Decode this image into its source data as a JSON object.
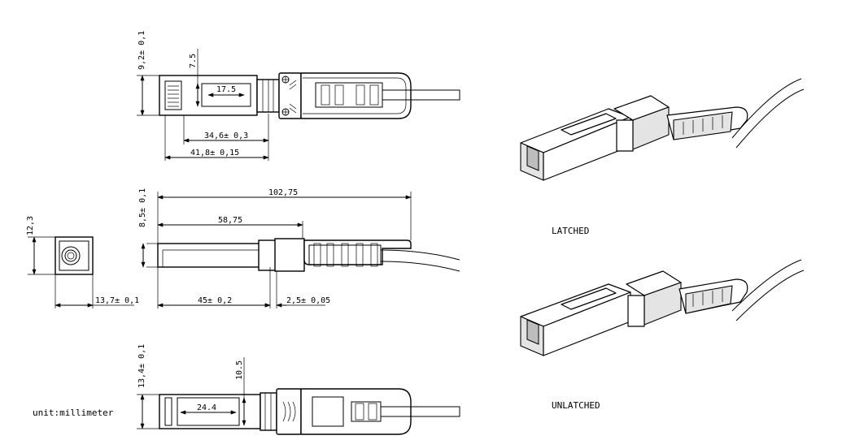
{
  "unit_label": "unit:millimeter",
  "iso_labels": {
    "latched": "LATCHED",
    "unlatched": "UNLATCHED"
  },
  "dimensions": {
    "top_height": "9,2± 0,1",
    "top_window_height": "7.5",
    "top_window_width": "17.5",
    "top_length_a": "34,6± 0,3",
    "top_length_b": "41,8± 0,15",
    "end_height": "12,3",
    "end_width": "13,7± 0,1",
    "side_height": "8,5± 0,1",
    "side_overall": "102,75",
    "side_latch": "58,75",
    "side_body": "45± 0,2",
    "side_gap": "2,5± 0,05",
    "bottom_height": "13,4± 0,1",
    "bottom_window_height": "10.5",
    "bottom_window_width": "24.4"
  }
}
